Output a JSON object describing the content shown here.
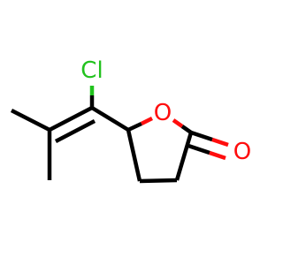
{
  "molecule": {
    "atoms": {
      "chlorine": {
        "symbol": "Cl",
        "color": "#22c21e"
      },
      "ring_oxygen": {
        "symbol": "O",
        "color": "#ff0d0d"
      },
      "carbonyl_oxygen": {
        "symbol": "O",
        "color": "#ff0d0d"
      }
    },
    "bond_color": "#000000"
  }
}
